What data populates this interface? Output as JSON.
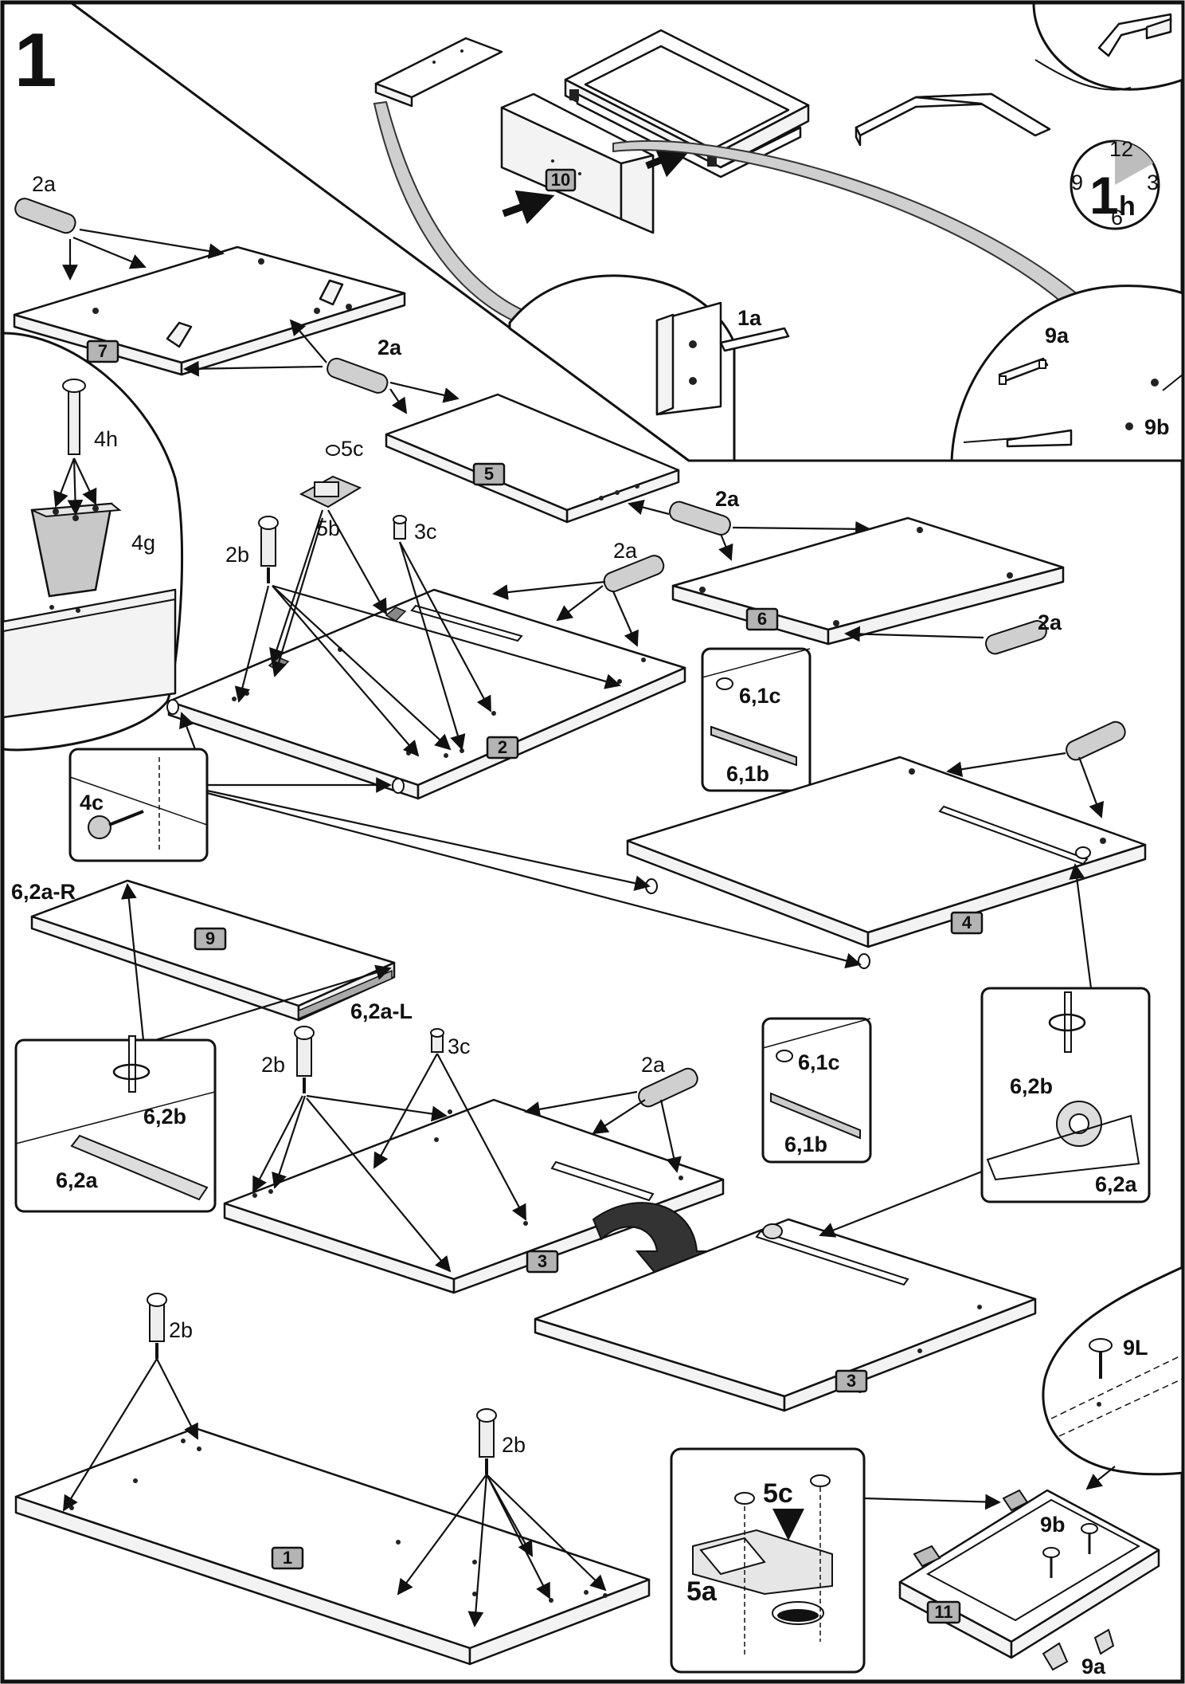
{
  "step": {
    "number": "1"
  },
  "time_badge": {
    "value": "1",
    "unit": "h",
    "dial": [
      "12",
      "3",
      "6",
      "9"
    ]
  },
  "part_tags": [
    "10",
    "7",
    "5",
    "6",
    "2",
    "4",
    "9",
    "3",
    "3",
    "1",
    "11"
  ],
  "labels": {
    "dowel": "2a",
    "foot_screw": "4h",
    "foot": "4g",
    "glue": "1a",
    "handle": "9a",
    "handle_screw": "9b",
    "hinge_screw": "5c",
    "hinge_plate_screw": "5b",
    "cam_bolt": "2b",
    "cam_lock": "3c",
    "slide_screw": "6,1c",
    "slide": "6,1b",
    "glide": "4c",
    "runner_right": "6,2a-R",
    "runner_left": "6,2a-L",
    "runner_screw": "6,2b",
    "runner": "6,2a",
    "hinge_cup_screw": "9L",
    "hinge": "5a",
    "door_screw": "9b",
    "door_handle": "9a",
    "big_hinge_screw": "5c"
  },
  "colors": {
    "ink": "#111111",
    "tag_fill": "#b4b4b4",
    "shade": "#cfcfcf"
  }
}
